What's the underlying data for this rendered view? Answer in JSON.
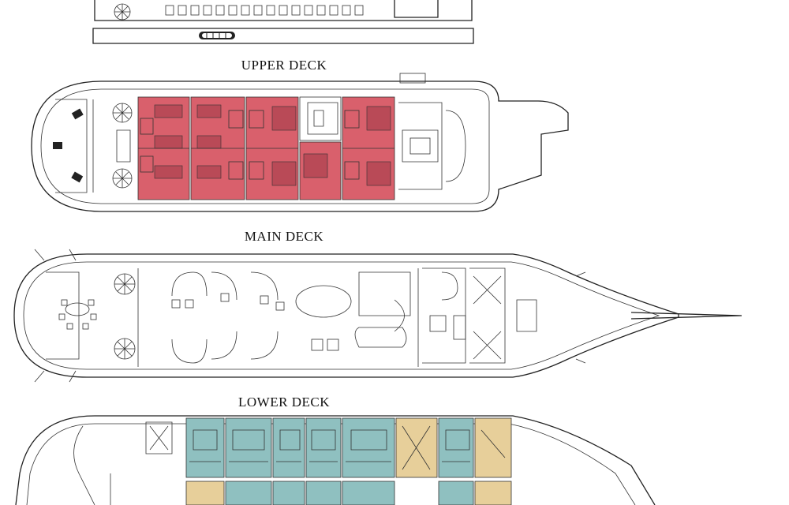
{
  "decks": {
    "upper": {
      "label": "UPPER DECK"
    },
    "main": {
      "label": "MAIN DECK"
    },
    "lower": {
      "label": "LOWER DECK"
    }
  },
  "colors": {
    "upper_cabins": "#d9606c",
    "upper_cabins_dark": "#b94a57",
    "lower_cabins_teal": "#8fc0c0",
    "lower_cabins_tan": "#e7cf9a",
    "outline": "#222222"
  }
}
